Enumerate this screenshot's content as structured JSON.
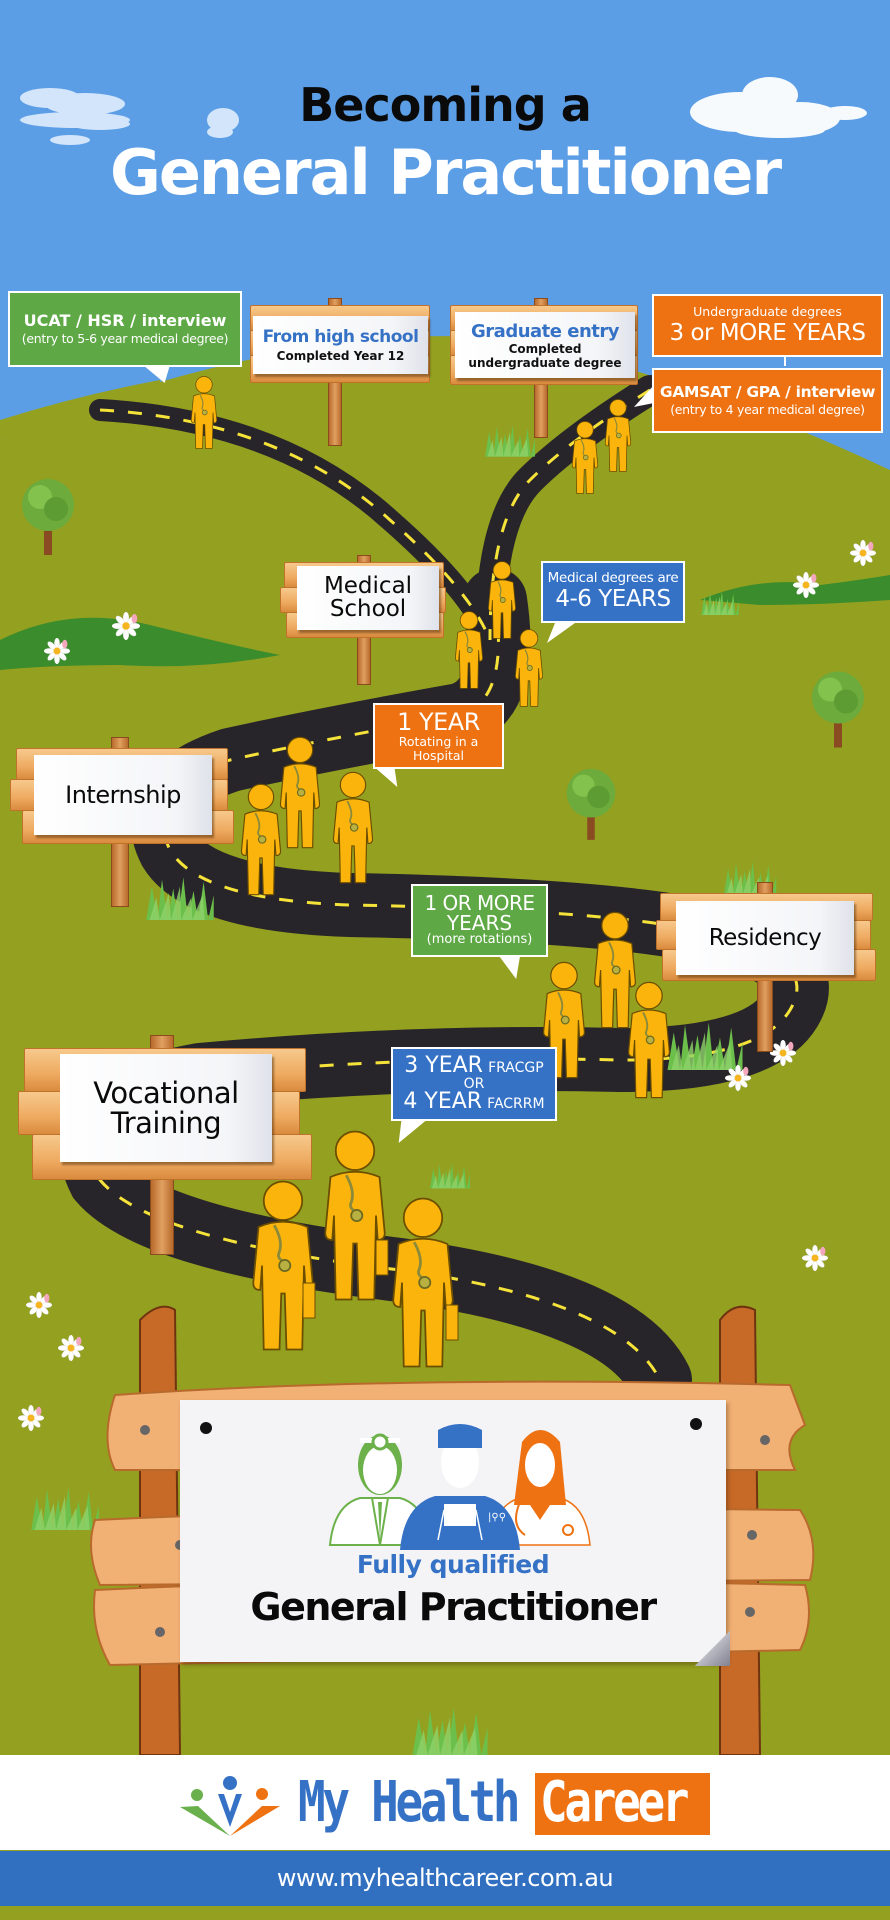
{
  "header": {
    "title_line1": "Becoming a",
    "title_line2": "General Practitioner"
  },
  "colors": {
    "sky": "#5c9ee6",
    "grass": "#94a020",
    "road": "#28252a",
    "road_dash": "#f5e33a",
    "figure": "#fbb40c",
    "green_box": "#5ea845",
    "orange_box": "#ee7212",
    "blue_box": "#3572c6",
    "brand_blue": "#3170c0",
    "brand_orange": "#ee7212"
  },
  "stages": [
    {
      "id": "from-high-school",
      "sign_title": "From high school",
      "sign_subtitle": "Completed Year 12",
      "callout": {
        "color": "green",
        "line1": "UCAT / HSR / interview",
        "line2": "(entry to 5-6 year medical degree)"
      }
    },
    {
      "id": "graduate-entry",
      "sign_title": "Graduate entry",
      "sign_subtitle_1": "Completed",
      "sign_subtitle_2": "undergraduate degree",
      "callouts": [
        {
          "color": "orange",
          "line1": "Undergraduate degrees",
          "line2": "3 or MORE YEARS"
        },
        {
          "color": "orange",
          "line1": "GAMSAT / GPA / interview",
          "line2": "(entry to 4 year medical degree)"
        }
      ]
    },
    {
      "id": "medical-school",
      "sign_line1": "Medical",
      "sign_line2": "School",
      "callout": {
        "color": "blue",
        "line1": "Medical degrees are",
        "line2": "4-6 YEARS"
      }
    },
    {
      "id": "internship",
      "sign_line1": "Internship",
      "callout": {
        "color": "orange",
        "line1": "1 YEAR",
        "line2": "Rotating in a",
        "line3": "Hospital"
      }
    },
    {
      "id": "residency",
      "sign_line1": "Residency",
      "callout": {
        "color": "green",
        "line1": "1 OR MORE",
        "line2": "YEARS",
        "line3": "(more rotations)"
      }
    },
    {
      "id": "vocational-training",
      "sign_line1": "Vocational",
      "sign_line2": "Training",
      "callout": {
        "color": "blue",
        "row1_big": "3 YEAR",
        "row1_small": "FRACGP",
        "row2": "OR",
        "row3_big": "4 YEAR",
        "row3_small": "FACRRM"
      }
    }
  ],
  "final": {
    "subtitle": "Fully qualified",
    "title": "General Practitioner"
  },
  "footer": {
    "brand_part1": "My Health",
    "brand_part2": "Career",
    "url": "www.myhealthcareer.com.au"
  }
}
